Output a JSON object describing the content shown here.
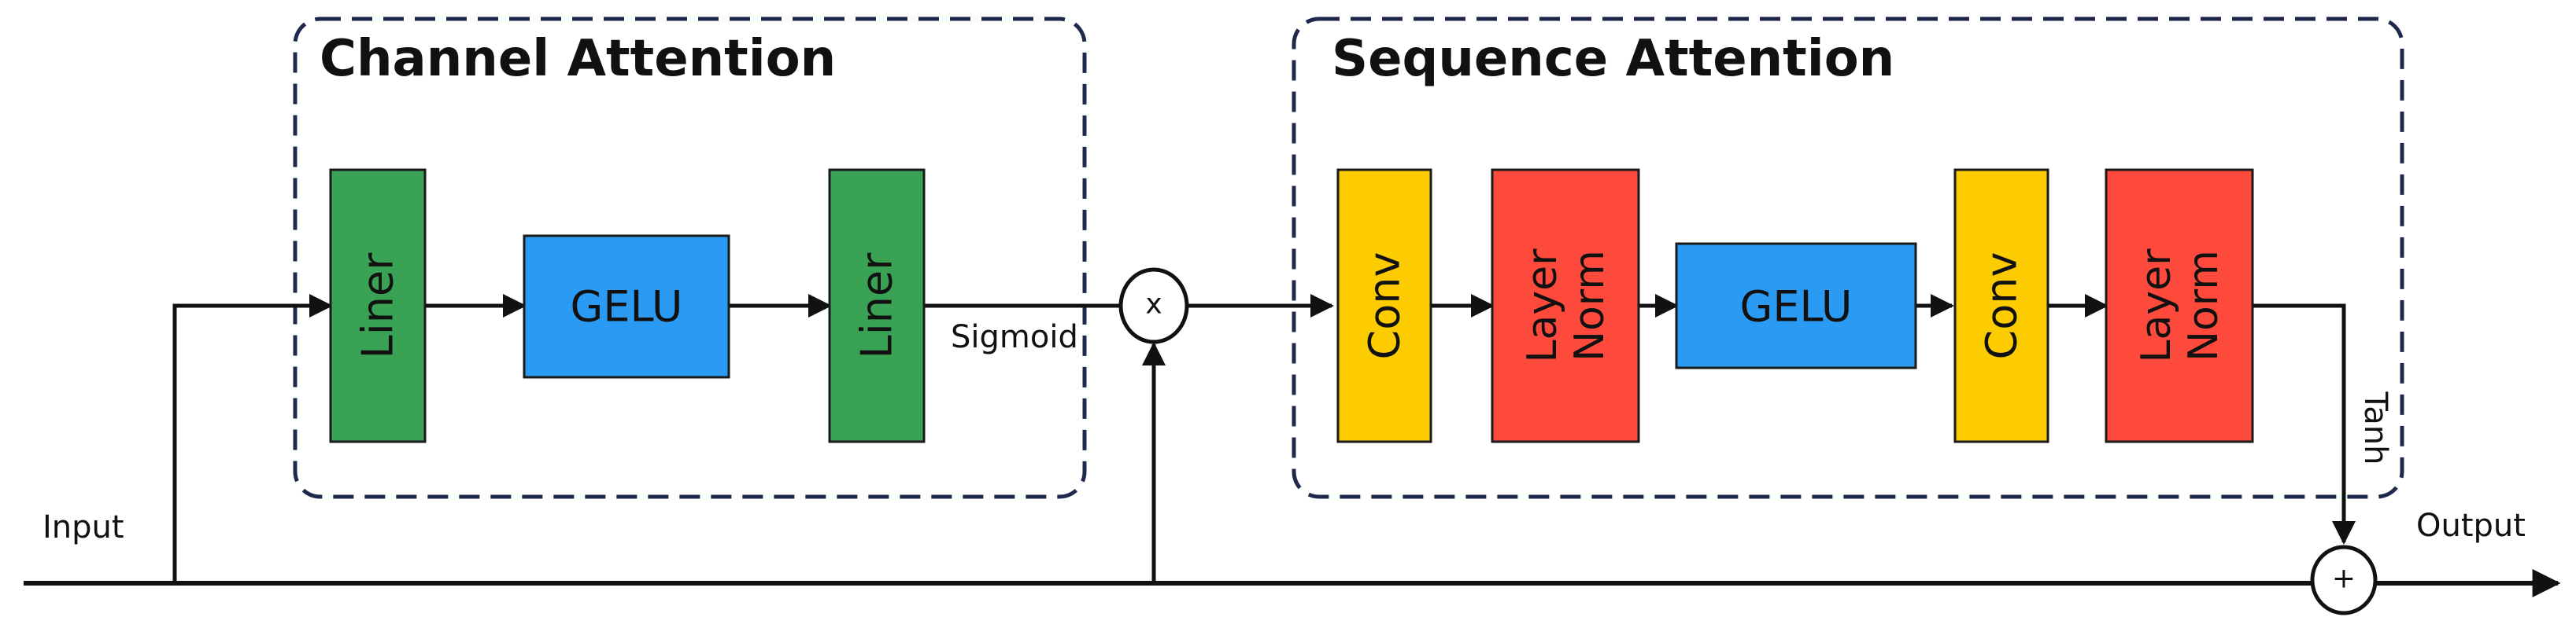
{
  "diagram": {
    "channel_attention": {
      "title": "Channel Attention",
      "blocks": [
        "Liner",
        "GELU",
        "Liner"
      ],
      "activation": "Sigmoid"
    },
    "sequence_attention": {
      "title": "Sequence Attention",
      "blocks": [
        "Conv",
        "Layer",
        "Norm",
        "GELU",
        "Conv",
        "Layer",
        "Norm"
      ],
      "activation": "Tanh"
    },
    "input_label": "Input",
    "output_label": "Output",
    "multiply_symbol": "x",
    "add_symbol": "+",
    "colors": {
      "green": "#3aa255",
      "blue": "#2b9af3",
      "yellow": "#fccc00",
      "red": "#fd4a3c",
      "dashed_border": "#1d2a4e",
      "line": "#111111"
    }
  }
}
